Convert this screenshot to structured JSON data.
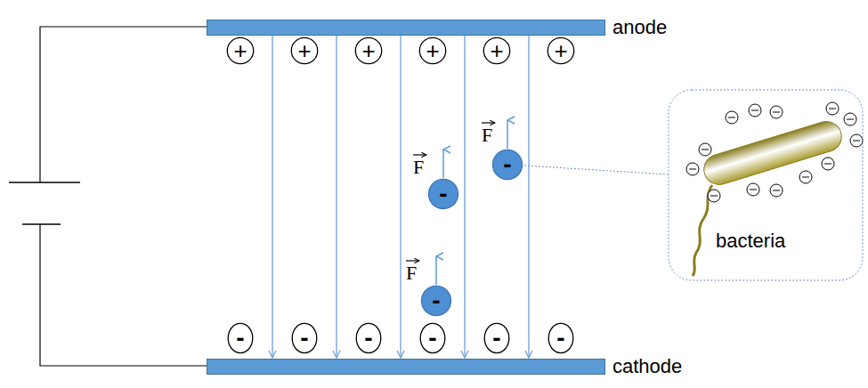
{
  "diagram": {
    "nodes": [
      {
        "text": [
          "anode"
        ]
      },
      {
        "text": [
          "+"
        ]
      },
      {
        "text": [
          "+"
        ]
      },
      {
        "text": [
          "+"
        ]
      },
      {
        "text": [
          "+"
        ]
      },
      {
        "text": [
          "+"
        ]
      },
      {
        "text": [
          "+"
        ]
      },
      {
        "text": [
          "bacteria"
        ]
      },
      {
        "text": [
          "-"
        ]
      },
      {
        "text": [
          "-"
        ]
      },
      {
        "text": [
          "-"
        ]
      },
      {
        "text": [
          "-"
        ]
      },
      {
        "text": [
          "-"
        ]
      },
      {
        "text": [
          "-"
        ]
      },
      {
        "text": [
          "-"
        ]
      },
      {
        "text": [
          "-"
        ]
      },
      {
        "text": [
          "-"
        ]
      },
      {
        "text": [
          "cathode"
        ]
      }
    ],
    "edges": [
      {
        "from": 0,
        "to": 17,
        "arrow": "to"
      },
      {
        "from": 0,
        "to": 17,
        "arrow": "to"
      },
      {
        "from": 0,
        "to": 17,
        "arrow": "to"
      },
      {
        "from": 0,
        "to": 17,
        "arrow": "to"
      },
      {
        "from": 0,
        "to": 17,
        "arrow": "to"
      }
    ],
    "labels": [
      "F",
      "F",
      "F"
    ]
  }
}
